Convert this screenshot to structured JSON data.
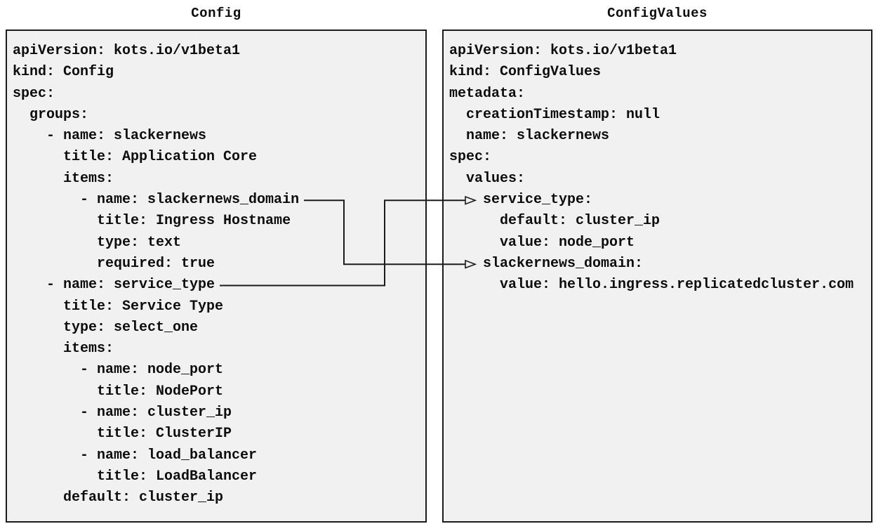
{
  "panels": [
    {
      "title": "Config",
      "lines": [
        "apiVersion: kots.io/v1beta1",
        "kind: Config",
        "spec:",
        "  groups:",
        "    - name: slackernews",
        "      title: Application Core",
        "      items:",
        "        - name: slackernews_domain",
        "          title: Ingress Hostname",
        "          type: text",
        "          required: true",
        "    - name: service_type",
        "      title: Service Type",
        "      type: select_one",
        "      items:",
        "        - name: node_port",
        "          title: NodePort",
        "        - name: cluster_ip",
        "          title: ClusterIP",
        "        - name: load_balancer",
        "          title: LoadBalancer",
        "      default: cluster_ip"
      ]
    },
    {
      "title": "ConfigValues",
      "lines": [
        "apiVersion: kots.io/v1beta1",
        "kind: ConfigValues",
        "metadata:",
        "  creationTimestamp: null",
        "  name: slackernews",
        "spec:",
        "  values:",
        "    service_type:",
        "      default: cluster_ip",
        "      value: node_port",
        "    slackernews_domain:",
        "      value: hello.ingress.replicatedcluster.com"
      ]
    }
  ],
  "connections": [
    {
      "from": "slackernews_domain",
      "to": "slackernews_domain:"
    },
    {
      "from": "service_type",
      "to": "service_type:"
    }
  ],
  "colors": {
    "panel_bg": "#f1f1f1",
    "border": "#1c1c1c",
    "text": "#0d0d0d",
    "arrow": "#1c1c1c",
    "page_bg": "#ffffff"
  }
}
